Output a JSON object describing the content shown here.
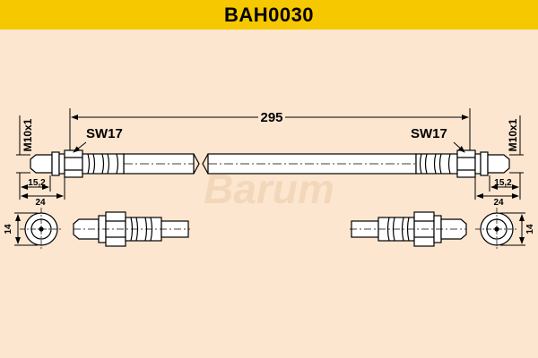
{
  "header": {
    "part_number": "BAH0030"
  },
  "dimensions": {
    "length": "295",
    "wrench_left": "SW17",
    "wrench_right": "SW17",
    "thread_left": "M10x1",
    "thread_right": "M10x1",
    "fitting_left_inner": "15,2",
    "fitting_left_outer": "24",
    "fitting_right_inner": "15,2",
    "fitting_right_outer": "24",
    "end_view_left": "14",
    "end_view_right": "14"
  },
  "watermark": {
    "text": "Barum"
  },
  "colors": {
    "header_bg": "#f6c800",
    "background": "#fde6cf",
    "hose_fill": "#ffffff",
    "line": "#000000"
  }
}
